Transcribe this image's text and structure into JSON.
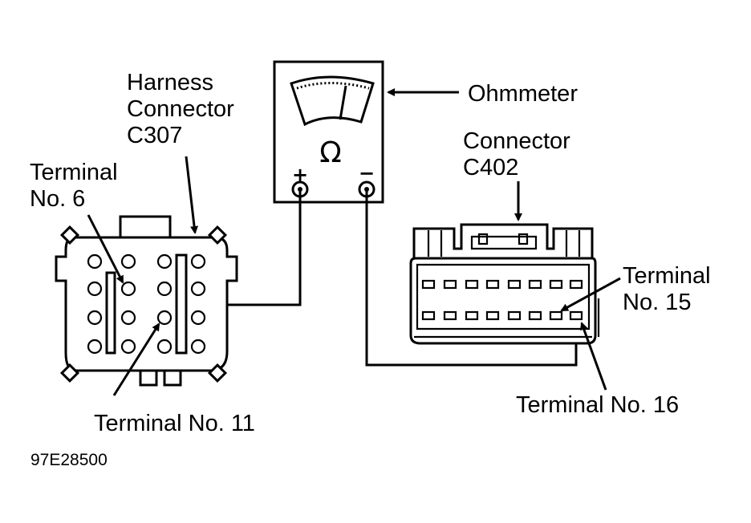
{
  "figure_id": "97E28500",
  "labels": {
    "harness_connector": [
      "Harness",
      "Connector",
      "C307"
    ],
    "ohmmeter": "Ohmmeter",
    "connector_c402": [
      "Connector",
      "C402"
    ],
    "terminal_6": [
      "Terminal",
      "No. 6"
    ],
    "terminal_11": "Terminal No. 11",
    "terminal_15": [
      "Terminal",
      "No. 15"
    ],
    "terminal_16": "Terminal No. 16"
  },
  "meter": {
    "unit_symbol": "Ω",
    "plus_symbol": "+",
    "minus_symbol": "−"
  },
  "colors": {
    "ink": "#000000",
    "paper": "#ffffff"
  }
}
